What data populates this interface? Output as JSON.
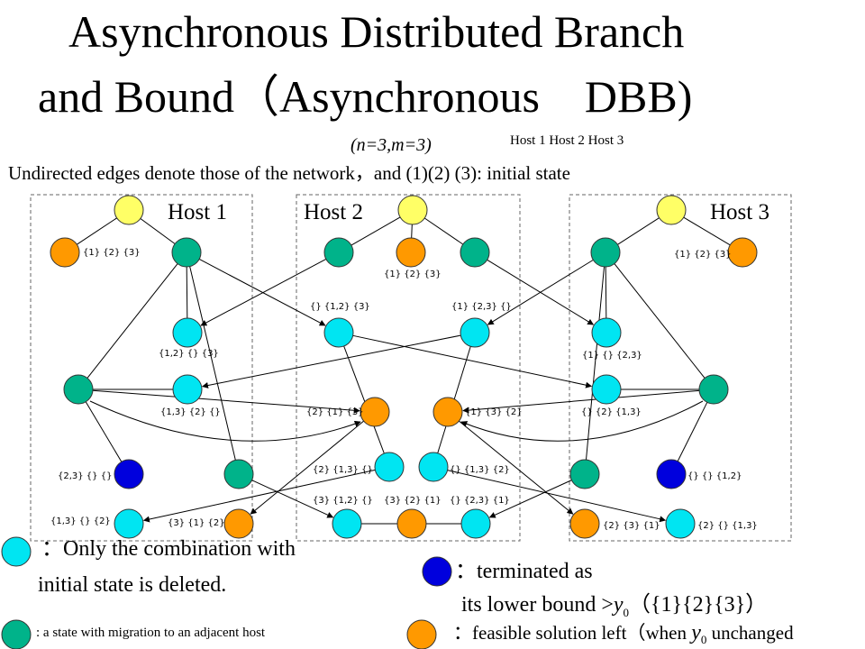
{
  "title": {
    "line1": "Asynchronous Distributed Branch",
    "line2": "and Bound（Asynchronous　DBB)",
    "params": "(n=3,m=3)"
  },
  "host_header": "Host 1 Host 2 Host 3",
  "caption": "Undirected edges denote those of the network，and (1)(2) (3): initial state",
  "hosts": [
    "Host 1",
    "Host 2",
    "Host 3"
  ],
  "colors": {
    "yellow": "#ffff66",
    "orange": "#ff9900",
    "teal": "#00b38a",
    "cyan": "#00e5f2",
    "blue": "#0000dd",
    "box": "#666666"
  },
  "node_labels": {
    "h1_orange_root": "{1} {2} {3}",
    "h2_orange_root": "{1} {2} {3}",
    "h3_orange_root": "{1} {2} {3}",
    "h2_cyan_left": "{} {1,2} {3}",
    "h2_cyan_right": "{1} {2,3} {}",
    "h1_cyan_mid": "{1,2} {} {3}",
    "h3_cyan_mid": "{1} {} {2,3}",
    "h1_cyan_low": "{1,3} {2} {}",
    "h2_orange_left": "{2} {1} {3}",
    "h2_orange_right": "{1} {3} {2}",
    "h3_cyan_low": "{} {2} {1,3}",
    "h1_blue": "{2,3} {} {}",
    "h3_blue": "{} {} {1,2}",
    "h2_cyan_pair_left": "{2} {1,3} {}",
    "h2_cyan_pair_right": "{} {1,3} {2}",
    "h2_bottom_1": "{3} {1,2} {}",
    "h2_bottom_2": "{3} {2} {1}",
    "h2_bottom_3": "{} {2,3} {1}",
    "h1_bottom_cyan": "{1,3} {} {2}",
    "h1_bottom_orange": "{3} {1} {2}",
    "h3_bottom_orange": "{2} {3} {1}",
    "h3_bottom_cyan": "{2} {} {1,3}"
  },
  "legend": {
    "cyan_line1": "：Only the combination with",
    "cyan_line2": "initial state is deleted.",
    "blue_line1": "：terminated as",
    "blue_line2_prefix": "its lower bound >",
    "blue_y": "y",
    "blue_sub": "0",
    "blue_line2_suffix": "（{1}{2}{3}）",
    "teal_text": ": a state with migration to an adjacent host",
    "orange_prefix": "：feasible solution left（when ",
    "orange_y": "y",
    "orange_sub": "0",
    "orange_suffix": " unchanged"
  }
}
